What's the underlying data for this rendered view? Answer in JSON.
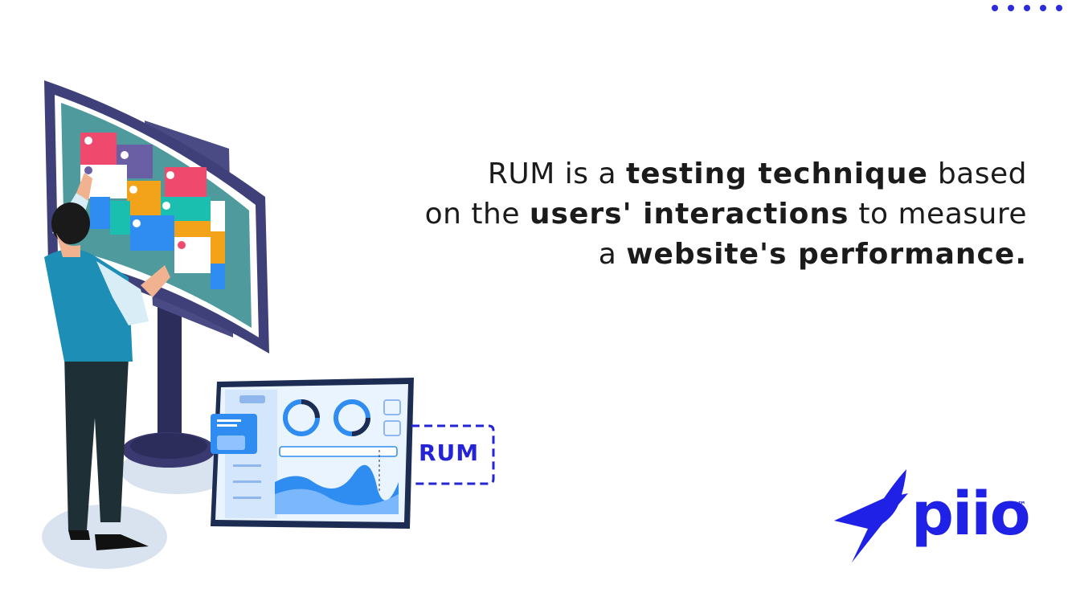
{
  "headline": {
    "line1_a": "RUM is a ",
    "line1_b": "testing technique",
    "line1_c": " based",
    "line2_a": "on the ",
    "line2_b": "users' interactions",
    "line2_c": " to measure",
    "line3_a": "a ",
    "line3_b": "website's performance."
  },
  "badge": {
    "label": "RUM"
  },
  "logo": {
    "text": "piio",
    "trademark": "™"
  },
  "colors": {
    "brand": "#1f21e6",
    "text": "#1b1b1b",
    "screen_frame": "#3f3f7a",
    "panel_blue": "#2f8cf0"
  },
  "icons": [
    "page-dots-icon",
    "piio-bird-logo-icon"
  ]
}
